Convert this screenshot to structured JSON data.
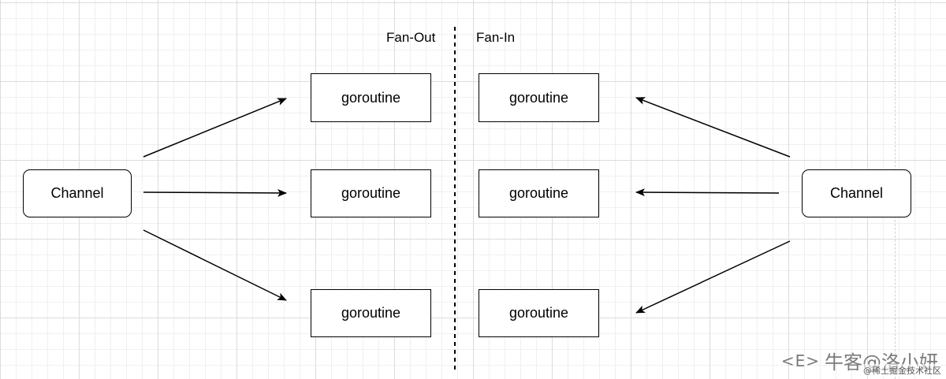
{
  "labels": {
    "fan_out": "Fan-Out",
    "fan_in": "Fan-In"
  },
  "left_channel": {
    "label": "Channel"
  },
  "right_channel": {
    "label": "Channel"
  },
  "fan_out_goroutines": [
    {
      "label": "goroutine"
    },
    {
      "label": "goroutine"
    },
    {
      "label": "goroutine"
    }
  ],
  "fan_in_goroutines": [
    {
      "label": "goroutine"
    },
    {
      "label": "goroutine"
    },
    {
      "label": "goroutine"
    }
  ],
  "watermark": {
    "logo": "<E>",
    "main": "牛客@洛小妍",
    "sub": "@稀土掘金技术社区"
  }
}
